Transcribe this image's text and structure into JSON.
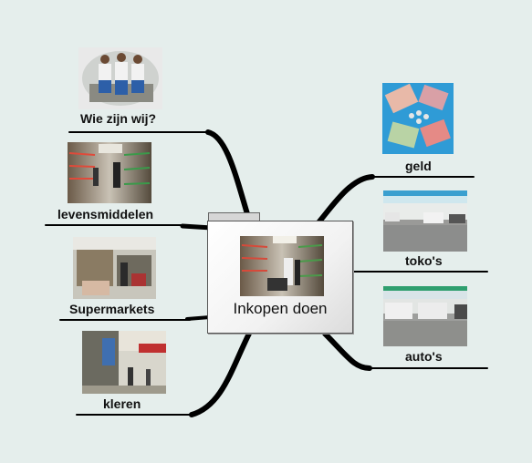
{
  "center": {
    "label": "Inkopen doen",
    "image": "store-aisle-photo"
  },
  "branches": [
    {
      "label": "Wie zijn wij?",
      "image": "group-photo"
    },
    {
      "label": "levensmiddelen",
      "image": "grocery-aisle-photo"
    },
    {
      "label": "Supermarkets",
      "image": "supermarket-photo"
    },
    {
      "label": "kleren",
      "image": "street-shops-photo"
    },
    {
      "label": "geld",
      "image": "banknotes-photo"
    },
    {
      "label": "toko's",
      "image": "shopfront-photo"
    },
    {
      "label": "auto's",
      "image": "parked-cars-photo"
    }
  ],
  "colors": {
    "background": "#e5eeec",
    "connector": "#000000",
    "center_border": "#555555"
  }
}
